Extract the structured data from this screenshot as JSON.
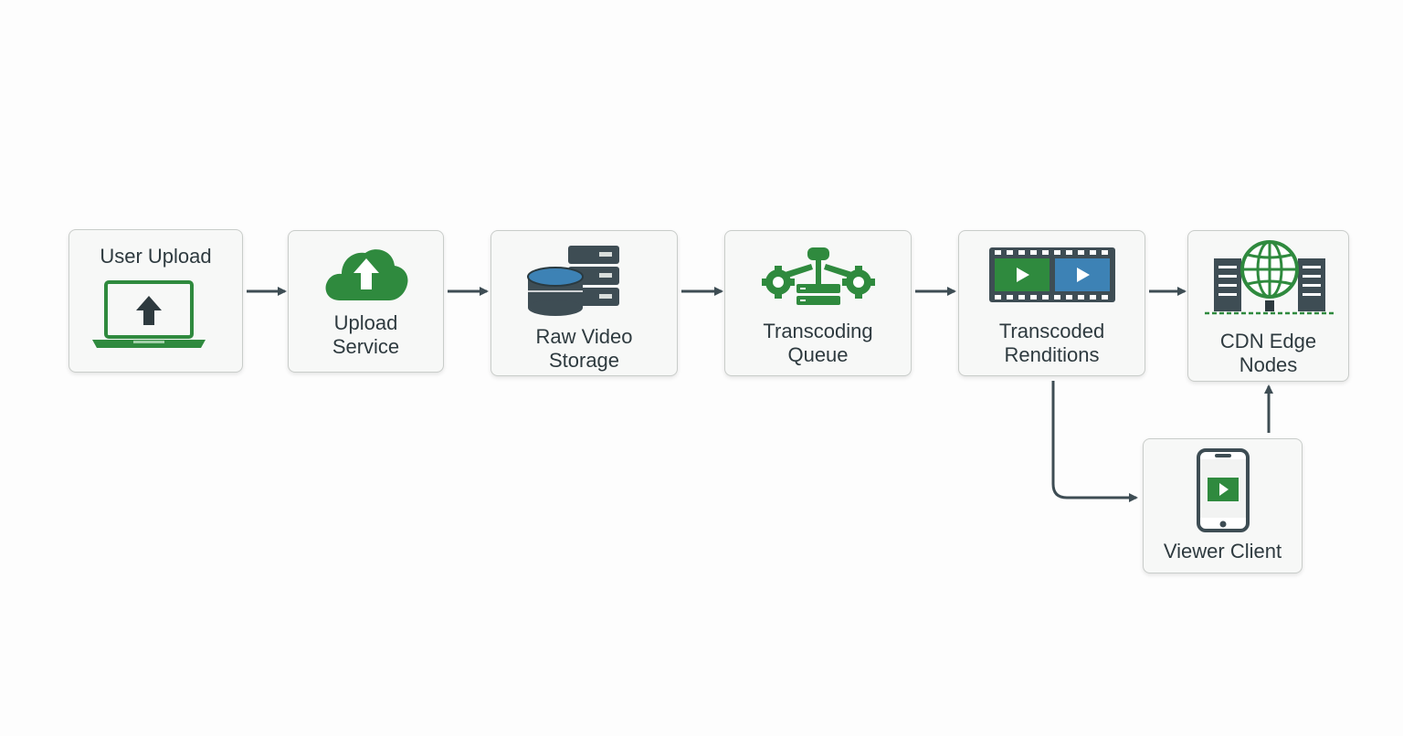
{
  "colors": {
    "accent_green": "#2f8a3e",
    "accent_blue": "#3d82b5",
    "dark_slate": "#3e4d54",
    "connector": "#3e4d54"
  },
  "nodes": [
    {
      "id": "user-upload",
      "lines": [
        "User Upload"
      ],
      "icon": "laptop-upload-icon"
    },
    {
      "id": "upload-service",
      "lines": [
        "Upload",
        "Service"
      ],
      "icon": "cloud-upload-icon"
    },
    {
      "id": "raw-video-storage",
      "lines": [
        "Raw Video",
        "Storage"
      ],
      "icon": "database-server-icon"
    },
    {
      "id": "transcoding-queue",
      "lines": [
        "Transcoding",
        "Queue"
      ],
      "icon": "gears-network-icon"
    },
    {
      "id": "transcoded-renditions",
      "lines": [
        "Transcoded",
        "Renditions"
      ],
      "icon": "film-strip-icon"
    },
    {
      "id": "cdn-edge-nodes",
      "lines": [
        "CDN Edge",
        "Nodes"
      ],
      "icon": "globe-servers-icon"
    },
    {
      "id": "viewer-client",
      "lines": [
        "Viewer Client"
      ],
      "icon": "phone-video-icon"
    }
  ],
  "edges": [
    {
      "from": "user-upload",
      "to": "upload-service"
    },
    {
      "from": "upload-service",
      "to": "raw-video-storage"
    },
    {
      "from": "raw-video-storage",
      "to": "transcoding-queue"
    },
    {
      "from": "transcoding-queue",
      "to": "transcoded-renditions"
    },
    {
      "from": "transcoded-renditions",
      "to": "cdn-edge-nodes"
    },
    {
      "from": "transcoded-renditions",
      "to": "viewer-client"
    },
    {
      "from": "viewer-client",
      "to": "cdn-edge-nodes"
    }
  ]
}
